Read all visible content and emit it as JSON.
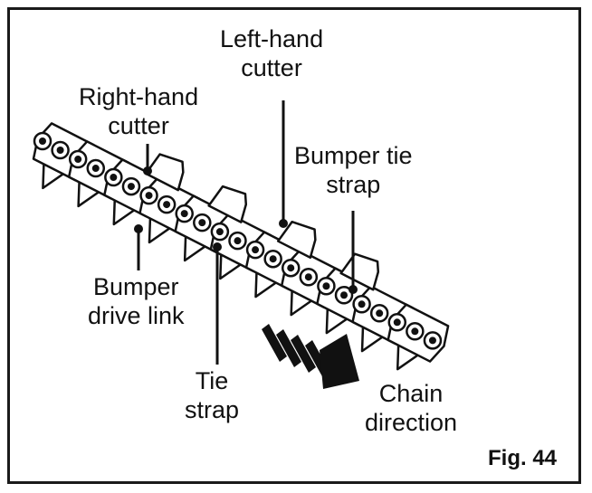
{
  "labels": {
    "left_hand_cutter": [
      "Left-hand",
      "cutter"
    ],
    "right_hand_cutter": [
      "Right-hand",
      "cutter"
    ],
    "bumper_tie_strap": [
      "Bumper tie",
      "strap"
    ],
    "bumper_drive_link": [
      "Bumper",
      "drive link"
    ],
    "tie_strap": [
      "Tie",
      "strap"
    ],
    "chain_direction": [
      "Chain",
      "direction"
    ]
  },
  "figure_label": "Fig. 44"
}
